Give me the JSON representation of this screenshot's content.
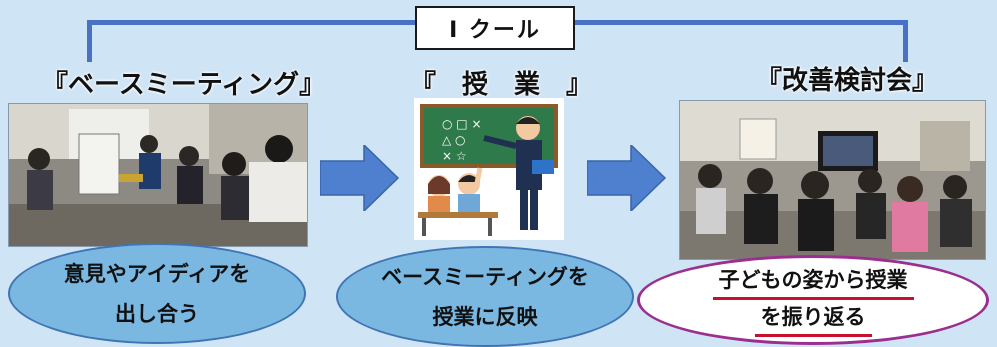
{
  "cycle": {
    "label": "Ⅰ クール"
  },
  "stages": [
    {
      "title": "『ベースミーティング』",
      "description": [
        "意見やアイディアを",
        "出し合う"
      ]
    },
    {
      "title": "『　授　業　』",
      "description": [
        "ベースミーティングを",
        "授業に反映"
      ]
    },
    {
      "title": "『改善検討会』",
      "description": [
        "子どもの姿から授業",
        "を振り返る"
      ]
    }
  ],
  "colors": {
    "background": "#cfe4f5",
    "bracket": "#4a72c4",
    "arrow": "#4f7fcf",
    "oval_fill": "#7ab8e2",
    "highlight_border": "#9b2f8f",
    "underline": "#c8102e"
  }
}
